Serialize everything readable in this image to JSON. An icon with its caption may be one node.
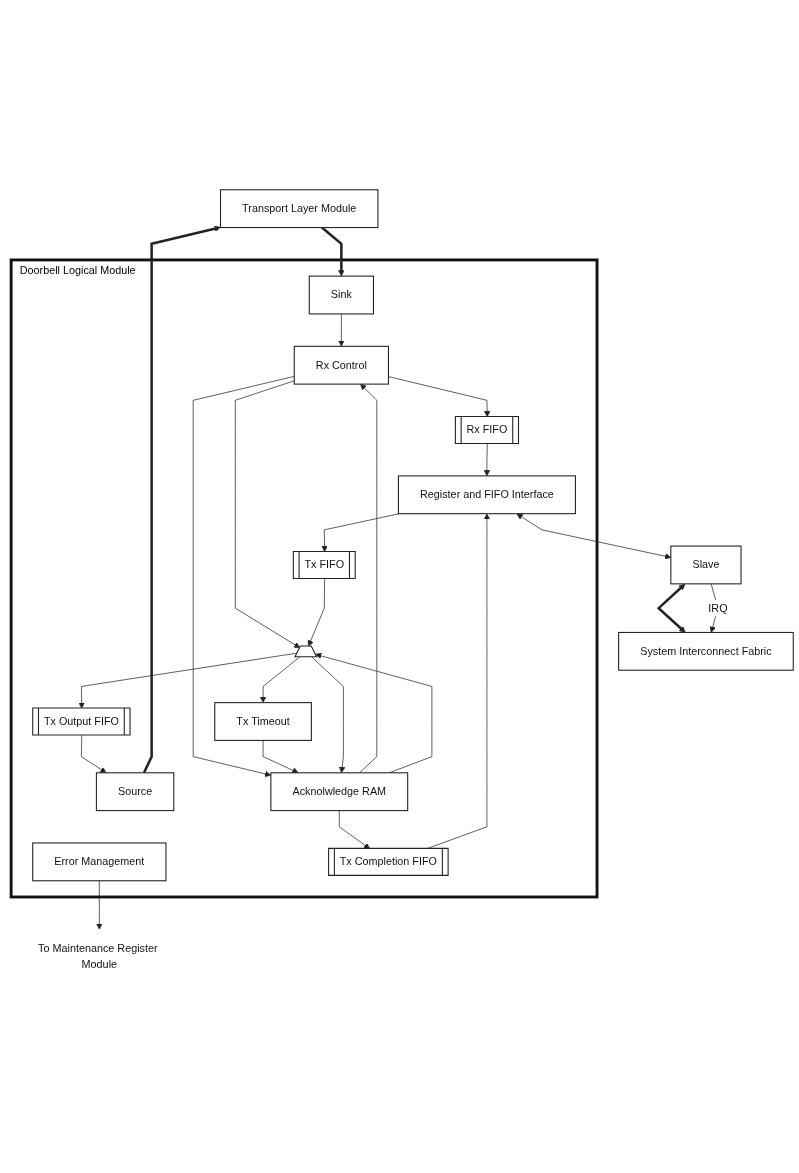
{
  "diagram": {
    "nodes": [
      {
        "text": [
          "Transport Layer Module"
        ]
      },
      {
        "text": [
          "To Maintenance Register Module"
        ]
      },
      {
        "text": [
          "Doorbell Logical Module"
        ]
      },
      {
        "text": [
          "Source"
        ],
        "in": 2
      },
      {
        "text": [
          "Sink"
        ],
        "in": 2
      },
      {
        "text": [
          "Error Management"
        ],
        "in": 2
      },
      {
        "text": [
          "Rx Control"
        ],
        "in": 2
      },
      {
        "text": [
          "Rx FIFO"
        ],
        "in": 2
      },
      {
        "text": [
          "Register and FIFO Interface"
        ],
        "in": 2
      },
      {
        "text": [
          "Tx Timeout"
        ],
        "in": 2
      },
      {
        "text": [
          "Acknolwledge RAM"
        ],
        "in": 2
      },
      {
        "text": [
          "Tx Completion FIFO"
        ],
        "in": 2
      },
      {
        "text": [],
        "shape": "trapezoid",
        "in": 2
      },
      {
        "text": [
          "Tx Output FIFO"
        ],
        "in": 2
      },
      {
        "text": [
          "Tx FIFO"
        ],
        "in": 2
      },
      {
        "text": [
          "Slave"
        ]
      },
      {
        "text": [
          "System Interconnect Fabric"
        ]
      }
    ],
    "edges": [
      {
        "from": 3,
        "to": 0,
        "arrow": "to",
        "style": "thick"
      },
      {
        "from": 0,
        "to": 4,
        "arrow": "to",
        "style": "thick"
      },
      {
        "from": 5,
        "to": 1,
        "arrow": "to"
      },
      {
        "from": 4,
        "to": 6,
        "arrow": "to"
      },
      {
        "from": 6,
        "to": 7,
        "arrow": "to"
      },
      {
        "from": 6,
        "to": 12,
        "arrow": "to"
      },
      {
        "from": 6,
        "to": 10,
        "arrow": "to"
      },
      {
        "from": 10,
        "to": 6,
        "arrow": "to"
      },
      {
        "from": 9,
        "to": 10,
        "arrow": "to"
      },
      {
        "from": 10,
        "to": 11,
        "arrow": "to"
      },
      {
        "from": 10,
        "to": 12,
        "arrow": "to"
      },
      {
        "from": 12,
        "to": 13,
        "arrow": "to"
      },
      {
        "from": 12,
        "to": 9,
        "arrow": "to"
      },
      {
        "from": 12,
        "to": 10,
        "arrow": "to"
      },
      {
        "from": 14,
        "to": 12,
        "arrow": "to"
      },
      {
        "from": 8,
        "to": 14,
        "arrow": "to"
      },
      {
        "from": 7,
        "to": 8,
        "arrow": "to"
      },
      {
        "from": 11,
        "to": 8,
        "arrow": "to"
      },
      {
        "from": 13,
        "to": 3,
        "arrow": "to"
      },
      {
        "from": 8,
        "to": 15,
        "arrow": "both"
      },
      {
        "from": 15,
        "to": 16,
        "arrow": "both",
        "style": "thick"
      },
      {
        "from": 15,
        "to": 16,
        "arrow": "to",
        "label": "IRQ"
      }
    ]
  }
}
